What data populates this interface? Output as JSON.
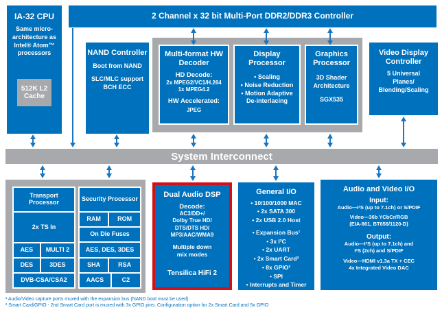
{
  "diagram": {
    "colors": {
      "box_blue": "#0071bc",
      "container_gray": "#a7a9ac",
      "highlight_red": "#d01119",
      "arrow_blue": "#1b75bc"
    },
    "cpu": {
      "title": "IA-32 CPU",
      "subtitle": "Same micro-architecture as Intel® Atom™ processors",
      "cache": "512K L2 Cache"
    },
    "ddr_bar": "2 Channel x 32 bit Multi-Port DDR2/DDR3 Controller",
    "nand": {
      "title": "NAND Controller",
      "line1": "Boot from NAND",
      "line2": "SLC/MLC support BCH ECC"
    },
    "decoder": {
      "title": "Multi-format HW Decoder",
      "hd_label": "HD Decode:",
      "hd1": "2x MPEG2/VC1/H.264",
      "hd2": "1x MPEG4.2",
      "accel_label": "HW Accelerated:",
      "accel": "JPEG"
    },
    "display": {
      "title": "Display Processor",
      "items": [
        "Scaling",
        "Noise Reduction",
        "Motion Adaptive De-interlacing"
      ]
    },
    "graphics": {
      "title": "Graphics Processor",
      "line1": "3D Shader Architecture",
      "line2": "SGX535"
    },
    "vdc": {
      "title": "Video Display Controller",
      "subtitle": "5 Universal Planes/ Blending/Scaling"
    },
    "interconnect": "System Interconnect",
    "transport": {
      "title": "Transport Processor",
      "ts": "2x TS In",
      "r1a": "AES",
      "r1b": "MULTI 2",
      "r2a": "DES",
      "r2b": "3DES",
      "r3": "DVB-CSA/CSA2"
    },
    "security": {
      "title": "Security Processor",
      "r1a": "RAM",
      "r1b": "ROM",
      "r2": "On Die Fuses",
      "r3": "AES, DES, 3DES",
      "r4a": "SHA",
      "r4b": "RSA",
      "r5a": "AACS",
      "r5b": "C2"
    },
    "dsp": {
      "title": "Dual Audio DSP",
      "decode_label": "Decode:",
      "codecs": [
        "AC3/DD+/",
        "Dolby True HD/",
        "DTS/DTS HD/",
        "MP3/AAC/WMA9"
      ],
      "mix": "Multiple down mix modes",
      "engine": "Tensilica HiFi 2"
    },
    "general_io": {
      "title": "General I/O",
      "items_top": [
        "10/100/1000 MAC",
        "2x SATA 300",
        "2x USB 2.0 Host"
      ],
      "items_bottom": [
        "Expansion Bus¹",
        "3x I²C",
        "2x UART",
        "2x Smart Card²",
        "8x GPIO²",
        "SPI",
        "Interrupts and Timer"
      ]
    },
    "av_io": {
      "title": "Audio and Video I/O",
      "input_label": "Input:",
      "input_audio": "Audio—I²S (up to 7.1ch) or S/PDIF",
      "input_video1": "Video—36b YCbCr/RGB",
      "input_video2": "(EIA-861, BT656/1120-D)",
      "output_label": "Output:",
      "output_audio1": "Audio—I²S (up to 7.1ch) and",
      "output_audio2": "I²S (2ch) and S/PDIF",
      "output_video1": "Video—HDMI v1.3a TX + CEC",
      "output_video2": "4x Integrated Video DAC"
    },
    "footnotes": [
      "¹ Audio/Video capture ports muxed with the expansion bus (NAND boot must be used)",
      "² Smart Card/GPIO - 2nd Smart Card port is muxed with 3x GPIO pins. Configuration option for 2x Smart Card and 5x GPIO"
    ],
    "connections": [
      "multi-format-decoder <-> ddr-controller",
      "display-processor <-> ddr-controller",
      "graphics-processor <-> ddr-controller",
      "ddr-controller -> system-interconnect",
      "ia32-cpu <-> system-interconnect",
      "nand-controller <-> system-interconnect",
      "decoder-container <-> system-interconnect (x3)",
      "video-display-controller <-> system-interconnect",
      "transport-processor <-> system-interconnect",
      "security-processor <-> system-interconnect",
      "dual-audio-dsp <-> system-interconnect",
      "general-io <-> system-interconnect",
      "audio-video-io <-> system-interconnect"
    ]
  }
}
